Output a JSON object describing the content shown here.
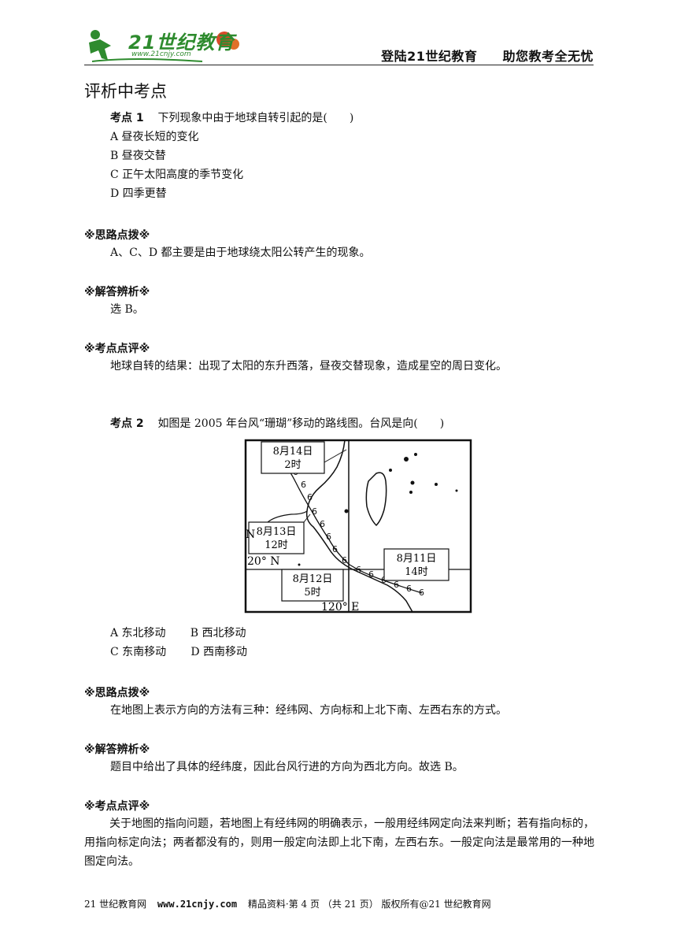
{
  "header": {
    "logo_text": "21世纪教育",
    "logo_url": "www.21cnjy.com",
    "tagline_left": "登陆21世纪教育",
    "tagline_right": "助您教考全无忧"
  },
  "title": "评析中考点",
  "q1": {
    "label": "考点 1",
    "stem": "下列现象中由于地球自转引起的是(　　)",
    "options": [
      "A 昼夜长短的变化",
      "B 昼夜交替",
      "C 正午太阳高度的季节变化",
      "D 四季更替"
    ],
    "hint_title": "※思路点拨※",
    "hint": "A、C、D 都主要是由于地球绕太阳公转产生的现象。",
    "answer_title": "※解答辨析※",
    "answer": "选 B。",
    "comment_title": "※考点点评※",
    "comment": "地球自转的结果：出现了太阳的东升西落，昼夜交替现象，造成星空的周日变化。"
  },
  "q2": {
    "label": "考点 2",
    "stem": "如图是 2005 年台风“珊瑚”移动的路线图。台风是向(　　)",
    "map": {
      "box1": [
        "8月14日",
        "2时"
      ],
      "box2": [
        "8月13日",
        "12时"
      ],
      "box3": [
        "8月12日",
        "5时"
      ],
      "box4": [
        "8月11日",
        "14时"
      ],
      "lat_label": "20° N",
      "lon_label": "120° E",
      "n_label": "N"
    },
    "options_row1": [
      "A 东北移动",
      "B 西北移动"
    ],
    "options_row2": [
      "C 东南移动",
      "D 西南移动"
    ],
    "hint_title": "※思路点拨※",
    "hint": "在地图上表示方向的方法有三种：经纬网、方向标和上北下南、左西右东的方式。",
    "answer_title": "※解答辨析※",
    "answer": "题目中给出了具体的经纬度，因此台风行进的方向为西北方向。故选 B。",
    "comment_title": "※考点点评※",
    "comment": "关于地图的指向问题，若地图上有经纬网的明确表示，一般用经纬网定向法来判断；若有指向标的，用指向标定向法；两者都没有的，则用一般定向法即上北下南，左西右东。一般定向法是最常用的一种地图定向法。"
  },
  "footer": {
    "site": "21 世纪教育网",
    "url": "www.21cnjy.com",
    "page_info": "精品资料·第 4 页 （共 21 页） 版权所有@21 世纪教育网"
  }
}
